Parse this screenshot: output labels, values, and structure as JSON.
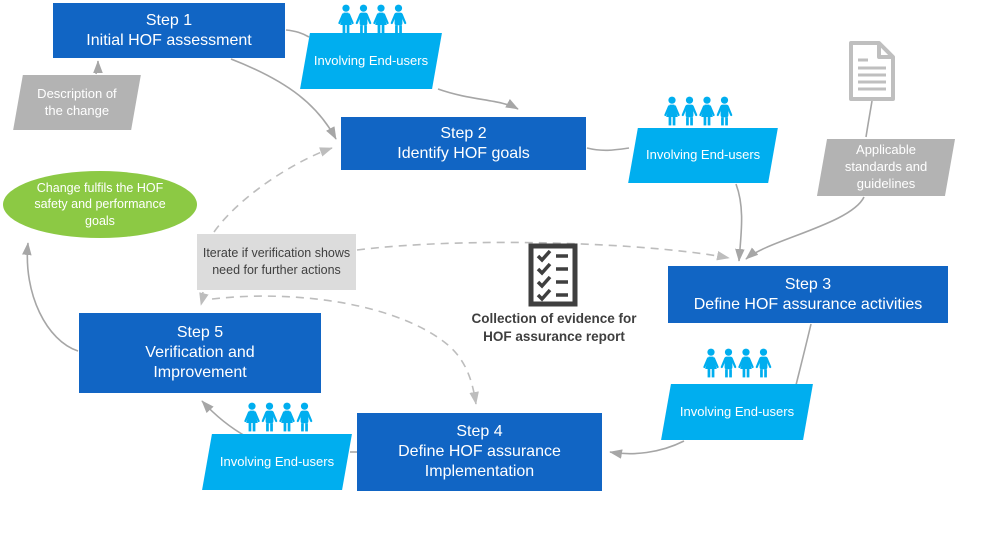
{
  "steps": [
    {
      "title": "Step 1",
      "subtitle": "Initial HOF assessment"
    },
    {
      "title": "Step 2",
      "subtitle": "Identify HOF goals"
    },
    {
      "title": "Step 3",
      "subtitle": "Define HOF assurance activities"
    },
    {
      "title": "Step 4",
      "subtitle": "Define HOF assurance Implementation"
    },
    {
      "title": "Step 5",
      "subtitle": "Verification and Improvement"
    }
  ],
  "labels": {
    "involving_end_users": "Involving End-users",
    "description_of_change": "Description of the change",
    "applicable_standards": "Applicable standards and guidelines",
    "outcome": "Change fulfils the HOF safety and performance goals",
    "iterate_note": "Iterate if verification shows need for further actions",
    "evidence_note": "Collection of evidence for HOF assurance report"
  },
  "icons": {
    "end_users": "end-users-icon",
    "document": "document-icon",
    "checklist": "checklist-icon"
  },
  "colors": {
    "step_blue": "#1165C4",
    "light_blue": "#00AEEF",
    "green": "#8CC944",
    "gray": "#B3B3B3",
    "note_gray": "#DCDCDC",
    "arrow_solid": "#A6A6A6",
    "arrow_dashed": "#BDBDBD",
    "dark_icon": "#3F3F3F"
  }
}
